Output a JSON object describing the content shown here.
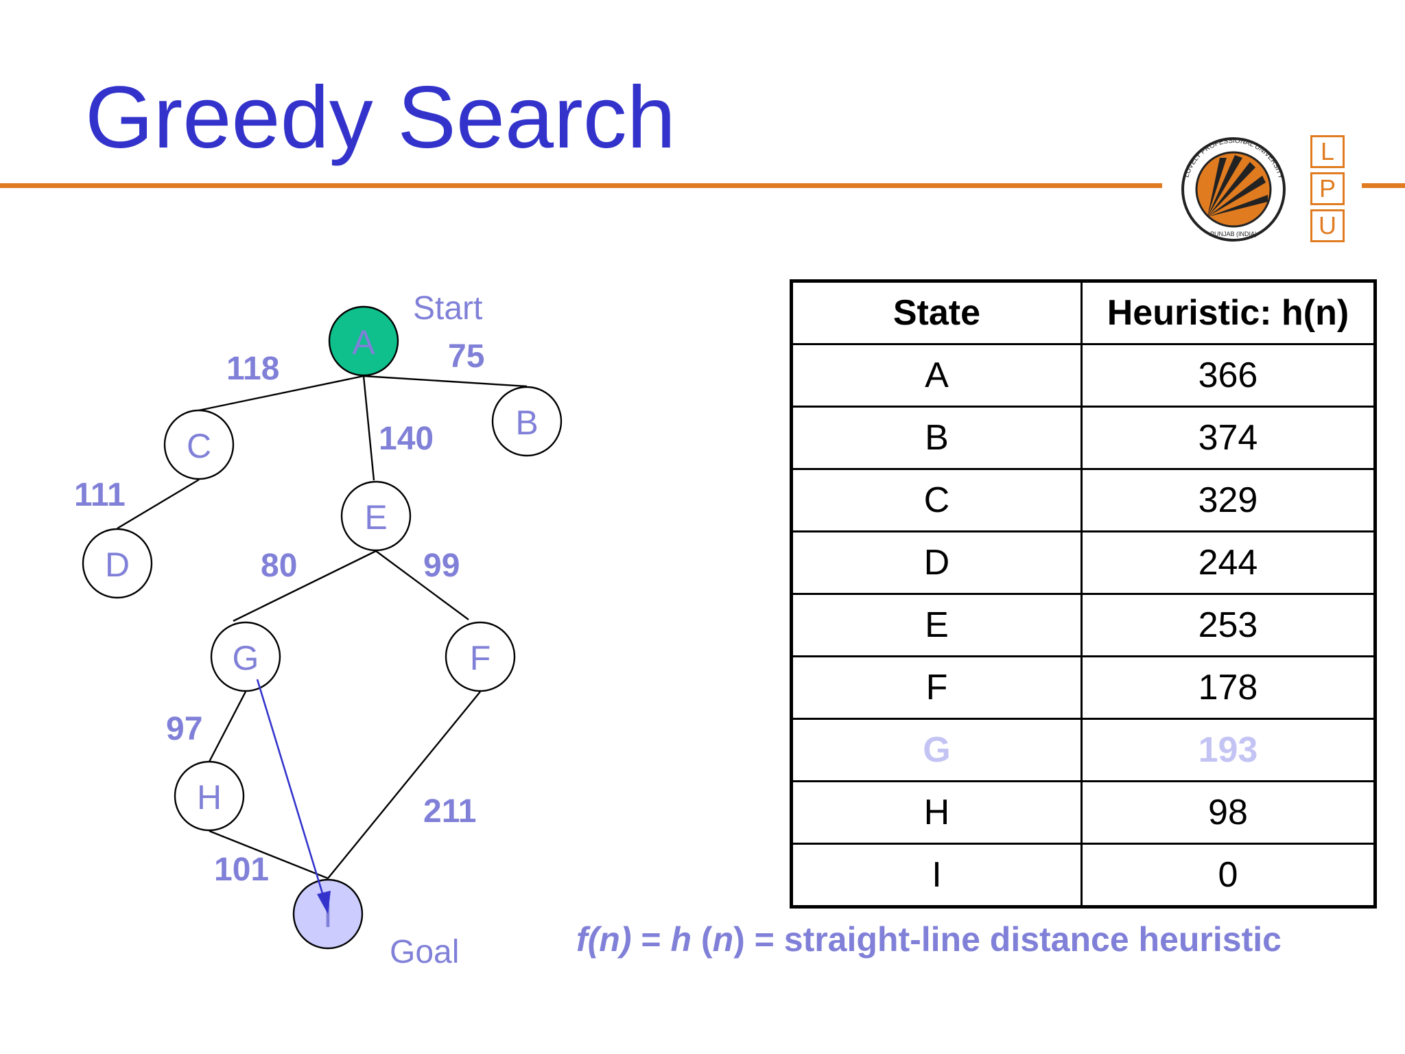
{
  "title": "Greedy Search",
  "logo": {
    "letters": [
      "L",
      "P",
      "U"
    ],
    "seal_text": "LOVELY PROFESSIONAL UNIVERSITY PUNJAB (INDIA)",
    "accent_color": "#e07b20"
  },
  "graph": {
    "nodes": [
      {
        "id": "A",
        "label": "A",
        "role": "start"
      },
      {
        "id": "B",
        "label": "B"
      },
      {
        "id": "C",
        "label": "C"
      },
      {
        "id": "D",
        "label": "D"
      },
      {
        "id": "E",
        "label": "E"
      },
      {
        "id": "F",
        "label": "F"
      },
      {
        "id": "G",
        "label": "G"
      },
      {
        "id": "H",
        "label": "H"
      },
      {
        "id": "I",
        "label": "I",
        "role": "goal"
      }
    ],
    "edges": [
      {
        "from": "A",
        "to": "C",
        "weight": "118"
      },
      {
        "from": "A",
        "to": "B",
        "weight": "75"
      },
      {
        "from": "A",
        "to": "E",
        "weight": "140"
      },
      {
        "from": "C",
        "to": "D",
        "weight": "111"
      },
      {
        "from": "E",
        "to": "G",
        "weight": "80"
      },
      {
        "from": "E",
        "to": "F",
        "weight": "99"
      },
      {
        "from": "G",
        "to": "H",
        "weight": "97"
      },
      {
        "from": "H",
        "to": "I",
        "weight": "101"
      },
      {
        "from": "F",
        "to": "I",
        "weight": "211"
      }
    ],
    "start_label": "Start",
    "goal_label": "Goal",
    "arrow": {
      "from": "G",
      "to": "I"
    },
    "colors": {
      "start_fill": "#0fbf8c",
      "goal_fill": "#ccccff",
      "label": "#8080d8",
      "arrow": "#3333cc"
    }
  },
  "table": {
    "headers": [
      "State",
      "Heuristic: h(n)"
    ],
    "rows": [
      {
        "state": "A",
        "h": "366"
      },
      {
        "state": "B",
        "h": "374"
      },
      {
        "state": "C",
        "h": "329"
      },
      {
        "state": "D",
        "h": "244"
      },
      {
        "state": "E",
        "h": "253"
      },
      {
        "state": "F",
        "h": "178"
      },
      {
        "state": "G",
        "h": "193",
        "faded": true
      },
      {
        "state": "H",
        "h": "98"
      },
      {
        "state": "I",
        "h": "0"
      }
    ]
  },
  "formula": {
    "fn": "f(n)",
    "eq1": " = ",
    "h": "h",
    "paren_open": " (",
    "n": "n",
    "rest": ") = straight-line distance heuristic"
  }
}
